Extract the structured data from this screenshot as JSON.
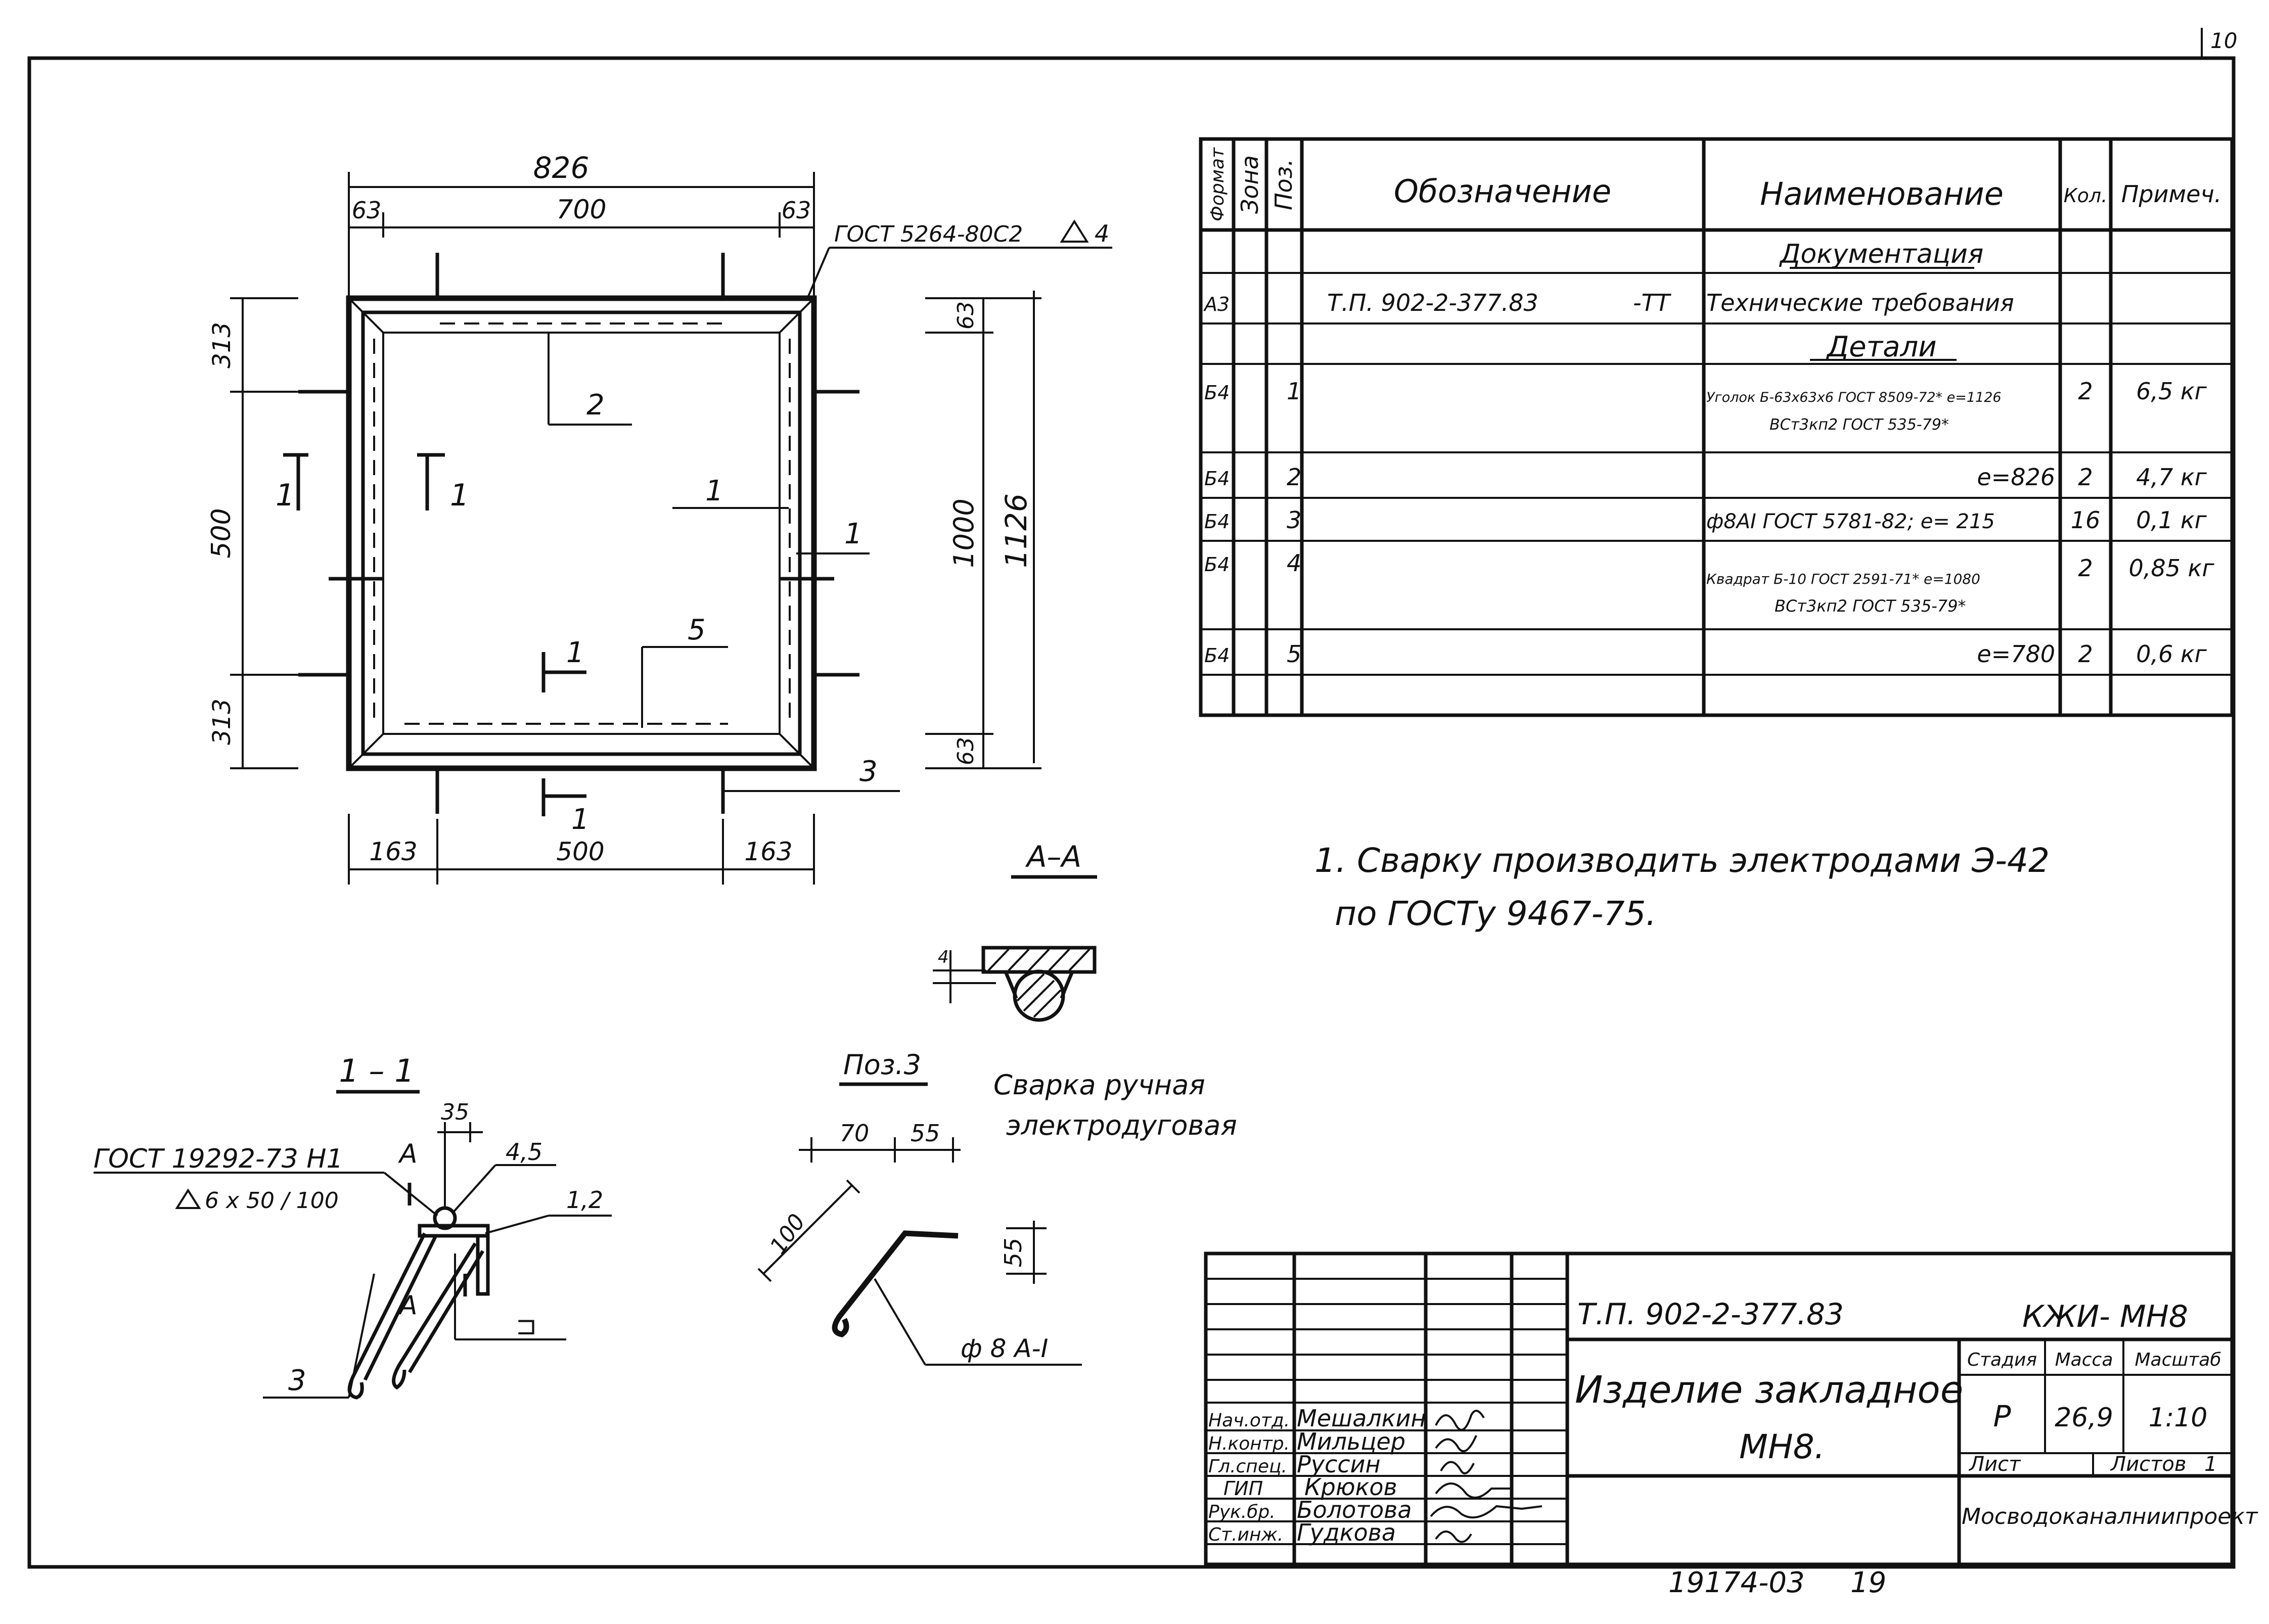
{
  "page_number": "10",
  "plan_view": {
    "dims_top": {
      "overall": "826",
      "left": "63",
      "middle": "700",
      "right": "63"
    },
    "dims_bottom": {
      "left": "163",
      "middle": "500",
      "right": "163"
    },
    "dims_left": {
      "top": "313",
      "middle": "500",
      "bottom": "313"
    },
    "dims_right": {
      "top": "63",
      "middle": "1000",
      "bottom": "63",
      "overall": "1126"
    },
    "weld_note": "ГОСТ 5264-80С2",
    "weld_leg": "4",
    "section_marks": [
      "1",
      "1",
      "1",
      "1"
    ],
    "position_labels": {
      "p1": "1",
      "p2": "2",
      "p3": "3",
      "p5": "5"
    }
  },
  "specification": {
    "headers": {
      "format": "Формат",
      "zone": "Зона",
      "pos": "Поз.",
      "designation": "Обозначение",
      "name": "Наименование",
      "qty": "Кол.",
      "note": "Примеч."
    },
    "section_documentation": "Документация",
    "section_parts": "Детали",
    "rows": [
      {
        "format": "А3",
        "pos": "",
        "designation": "Т.П. 902-2-377.83",
        "suffix": "-ТТ",
        "name_line1": "Технические требования",
        "name_line2": "",
        "qty": "",
        "note": ""
      },
      {
        "format": "Б4",
        "pos": "1",
        "designation": "",
        "suffix": "",
        "name_line1": "Уголок Б-63x63x6 ГОСТ 8509-72* е=1126",
        "name_line2": "ВСт3кп2 ГОСТ 535-79*",
        "qty": "2",
        "note": "6,5 кг"
      },
      {
        "format": "Б4",
        "pos": "2",
        "designation": "",
        "suffix": "",
        "name_line1": "е=826",
        "name_line2": "",
        "qty": "2",
        "note": "4,7 кг"
      },
      {
        "format": "Б4",
        "pos": "3",
        "designation": "",
        "suffix": "",
        "name_line1": "ф8АI ГОСТ 5781-82; е= 215",
        "name_line2": "",
        "qty": "16",
        "note": "0,1 кг"
      },
      {
        "format": "Б4",
        "pos": "4",
        "designation": "",
        "suffix": "",
        "name_line1": "Квадрат Б-10 ГОСТ 2591-71* е=1080",
        "name_line2": "ВСт3кп2 ГОСТ 535-79*",
        "qty": "2",
        "note": "0,85 кг"
      },
      {
        "format": "Б4",
        "pos": "5",
        "designation": "",
        "suffix": "",
        "name_line1": "е=780",
        "name_line2": "",
        "qty": "2",
        "note": "0,6 кг"
      }
    ]
  },
  "notes": {
    "line1": "1. Сварку производить электродами Э-42",
    "line2": "по ГОСТу 9467-75."
  },
  "section_aa": {
    "title": "А–А",
    "weld_leg": "4"
  },
  "section_11": {
    "title": "1 – 1",
    "gost_note": "ГОСТ 19292-73 Н1",
    "weld_note": "6 x 50 / 100",
    "dim_35": "35",
    "label_a_top": "А",
    "label_a_bottom": "А",
    "label_45": "4,5",
    "label_12": "1,2",
    "label_3": "3",
    "label_box": "⊐"
  },
  "pos3": {
    "title": "Поз.3",
    "dim_70": "70",
    "dim_55_top": "55",
    "dim_100": "100",
    "dim_55_side": "55",
    "bar_label": "ф 8 А-I"
  },
  "weld_type_note": {
    "line1": "Сварка ручная",
    "line2": "электродуговая"
  },
  "title_block": {
    "doc_number": "Т.П. 902-2-377.83",
    "code": "КЖИ- МН8",
    "title_line1": "Изделие закладное",
    "title_line2": "МН8.",
    "stage_header": "Стадия",
    "mass_header": "Масса",
    "scale_header": "Масштаб",
    "stage": "Р",
    "mass": "26,9",
    "scale": "1:10",
    "sheet_label": "Лист",
    "sheets_label": "Листов",
    "sheets_value": "1",
    "organization": "Мосводоканалниипроект",
    "staff": [
      {
        "role": "Нач.отд.",
        "name": "Мешалкин"
      },
      {
        "role": "Н.контр.",
        "name": "Мильцер"
      },
      {
        "role": "Гл.спец.",
        "name": "Руссин"
      },
      {
        "role": "ГИП",
        "name": "Крюков"
      },
      {
        "role": "Рук.бр.",
        "name": "Болотова"
      },
      {
        "role": "Ст.инж.",
        "name": "Гудкова"
      }
    ]
  },
  "footer": {
    "archive_number": "19174-03",
    "sheet_index": "19"
  }
}
